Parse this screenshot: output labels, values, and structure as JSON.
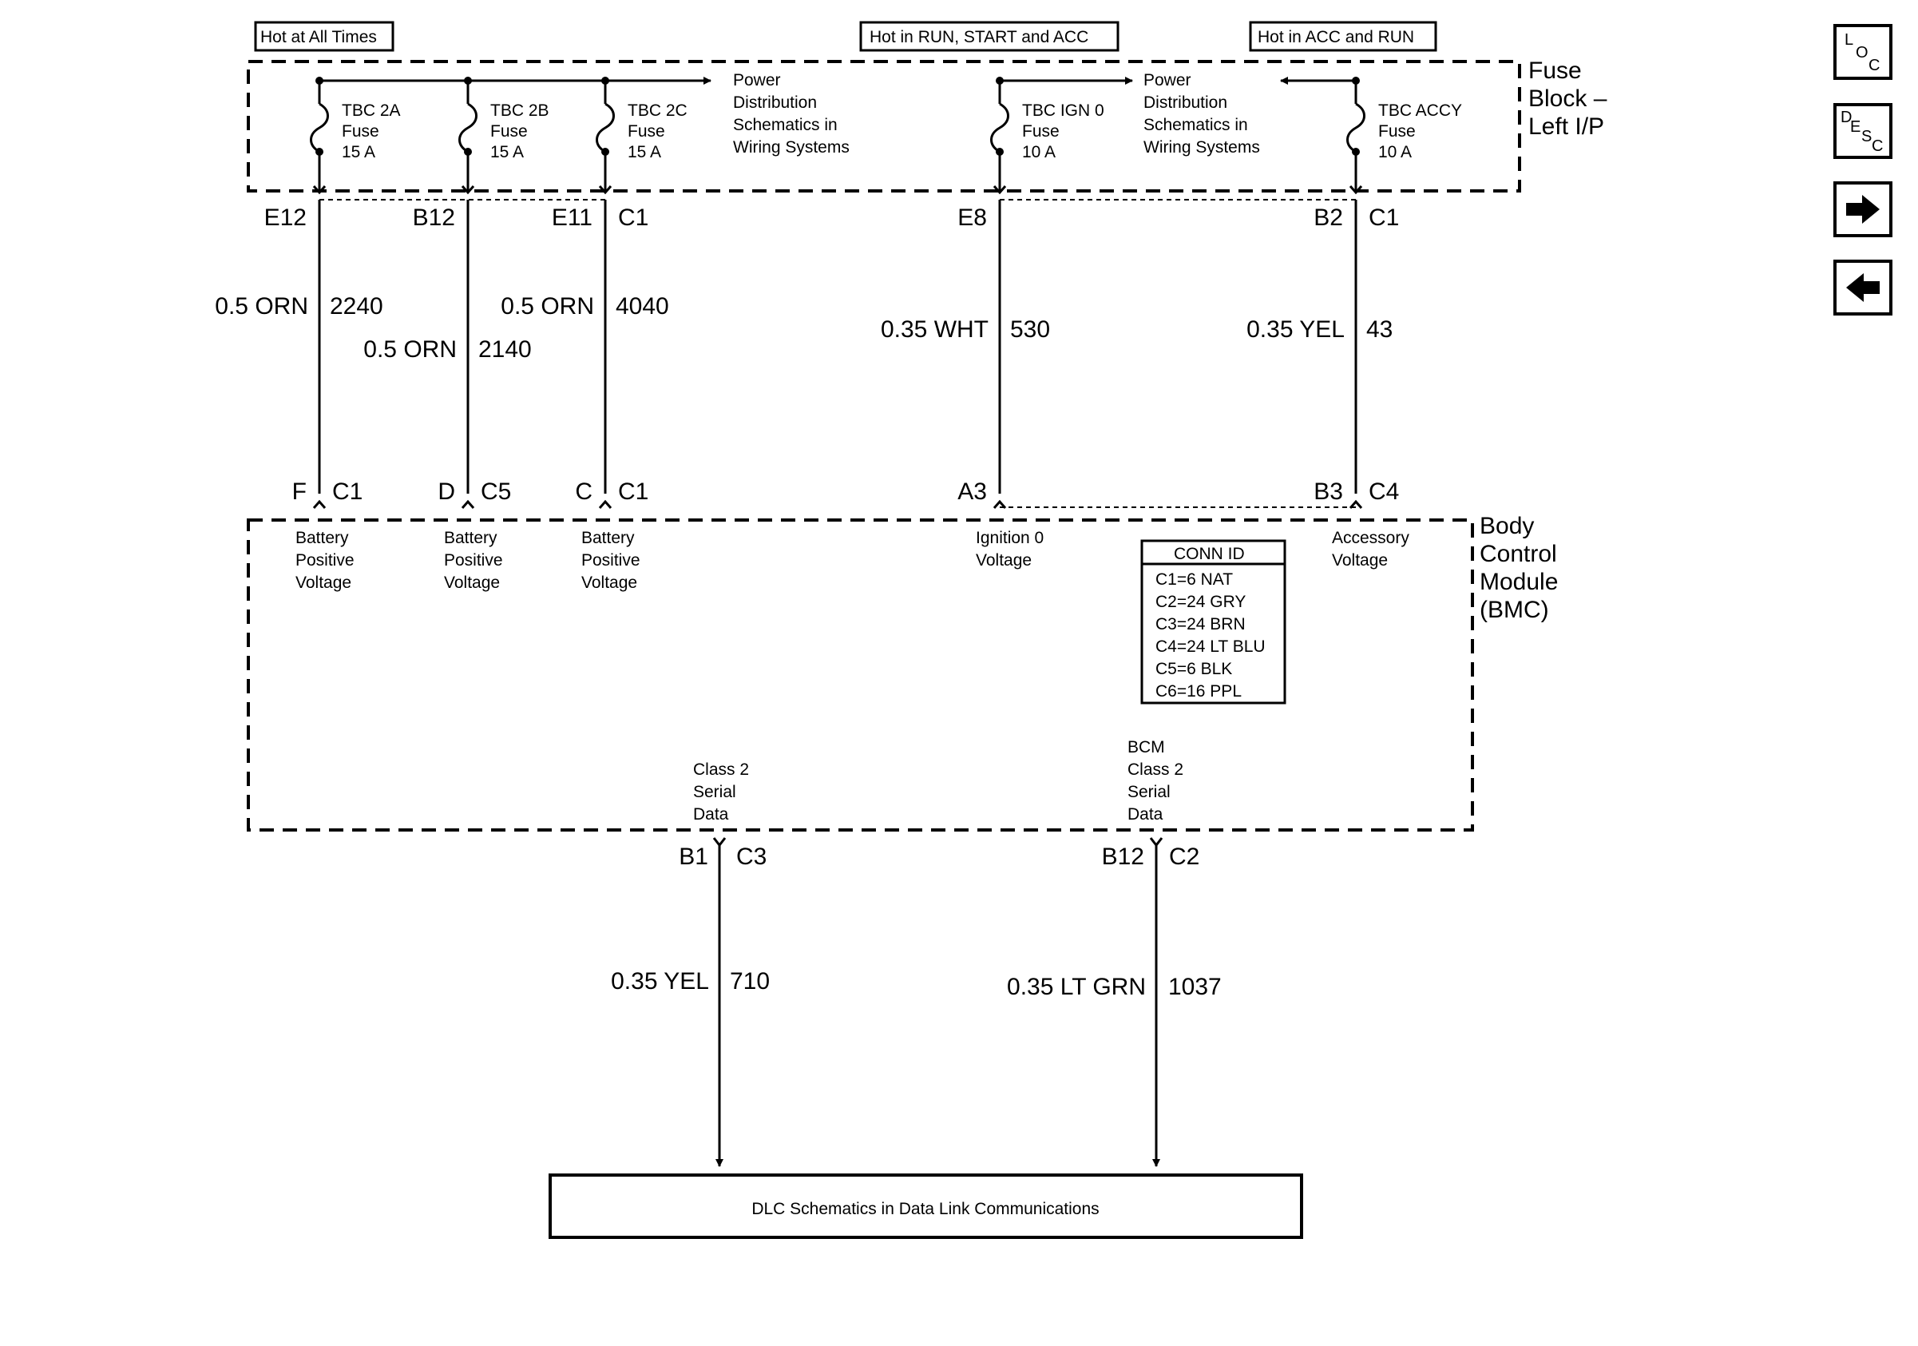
{
  "supply_labels": {
    "hot_at_all_times": "Hot at All Times",
    "hot_run_start_acc": "Hot in RUN, START and ACC",
    "hot_acc_run": "Hot in ACC and RUN"
  },
  "fuse_block": {
    "name_lines": [
      "Fuse",
      "Block –",
      "Left I/P"
    ],
    "power_dist_1": [
      "Power",
      "Distribution",
      "Schematics in",
      "Wiring Systems"
    ],
    "power_dist_2": [
      "Power",
      "Distribution",
      "Schematics in",
      "Wiring Systems"
    ],
    "fuses": [
      {
        "lines": [
          "TBC 2A",
          "Fuse",
          "15 A"
        ]
      },
      {
        "lines": [
          "TBC 2B",
          "Fuse",
          "15 A"
        ]
      },
      {
        "lines": [
          "TBC 2C",
          "Fuse",
          "15 A"
        ]
      },
      {
        "lines": [
          "TBC IGN 0",
          "Fuse",
          "10 A"
        ]
      },
      {
        "lines": [
          "TBC ACCY",
          "Fuse",
          "10 A"
        ]
      }
    ]
  },
  "top_connectors": [
    {
      "pin": "E12",
      "conn": ""
    },
    {
      "pin": "B12",
      "conn": ""
    },
    {
      "pin": "E11",
      "conn": "C1"
    },
    {
      "pin": "E8",
      "conn": ""
    },
    {
      "pin": "B2",
      "conn": "C1"
    }
  ],
  "wires": [
    {
      "gauge_color": "0.5 ORN",
      "circuit": "2240"
    },
    {
      "gauge_color": "0.5 ORN",
      "circuit": "2140"
    },
    {
      "gauge_color": "0.5 ORN",
      "circuit": "4040"
    },
    {
      "gauge_color": "0.35 WHT",
      "circuit": "530"
    },
    {
      "gauge_color": "0.35 YEL",
      "circuit": "43"
    }
  ],
  "bcm_connectors": [
    {
      "pin": "F",
      "conn": "C1"
    },
    {
      "pin": "D",
      "conn": "C5"
    },
    {
      "pin": "C",
      "conn": "C1"
    },
    {
      "pin": "A3",
      "conn": ""
    },
    {
      "pin": "B3",
      "conn": "C4"
    }
  ],
  "bcm_inputs": [
    {
      "lines": [
        "Battery",
        "Positive",
        "Voltage"
      ]
    },
    {
      "lines": [
        "Battery",
        "Positive",
        "Voltage"
      ]
    },
    {
      "lines": [
        "Battery",
        "Positive",
        "Voltage"
      ]
    },
    {
      "lines": [
        "Ignition 0",
        "Voltage"
      ]
    },
    {
      "lines": [
        "Accessory",
        "Voltage"
      ]
    }
  ],
  "bcm": {
    "name_lines": [
      "Body",
      "Control",
      "Module",
      "(BMC)"
    ],
    "conn_id_title": "CONN ID",
    "conn_id_rows": [
      "C1=6 NAT",
      "C2=24 GRY",
      "C3=24 BRN",
      "C4=24 LT BLU",
      "C5=6 BLK",
      "C6=16 PPL"
    ],
    "output_1": [
      "Class 2",
      "Serial",
      "Data"
    ],
    "output_2": [
      "BCM",
      "Class 2",
      "Serial",
      "Data"
    ]
  },
  "bottom_connectors": [
    {
      "pin": "B1",
      "conn": "C3"
    },
    {
      "pin": "B12",
      "conn": "C2"
    }
  ],
  "data_wires": [
    {
      "gauge_color": "0.35 YEL",
      "circuit": "710"
    },
    {
      "gauge_color": "0.35 LT GRN",
      "circuit": "1037"
    }
  ],
  "dlc_box_label": "DLC Schematics in Data Link Communications",
  "nav": {
    "loc": [
      "L",
      "O",
      "C"
    ],
    "desc": [
      "D",
      "E",
      "S",
      "C"
    ],
    "next_icon": "arrow-right-icon",
    "prev_icon": "arrow-left-icon"
  }
}
